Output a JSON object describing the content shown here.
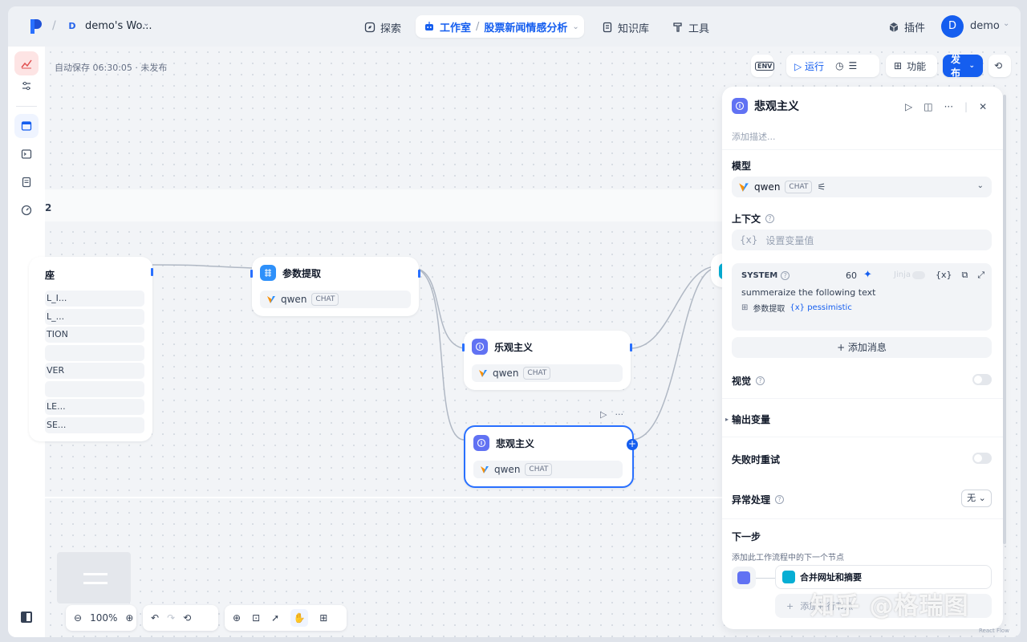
{
  "topbar": {
    "workspace_badge": "D",
    "workspace_name": "demo's Wo...",
    "nav": {
      "explore": "探索",
      "studio": "工作室",
      "app_name": "股票新闻情感分析",
      "knowledge": "知识库",
      "tools": "工具"
    },
    "plugins": "插件",
    "user_initial": "D",
    "user_name": "demo"
  },
  "canvas": {
    "autosave": "自动保存 06:30:05 · 未发布",
    "controls": {
      "env": "ENV",
      "run": "运行",
      "features": "功能",
      "publish": "发布"
    },
    "iteration_label_fragment": "2",
    "start_node": {
      "title_fragment": "座",
      "rows": [
        "L_I...",
        "L_...",
        "TION",
        "",
        "VER",
        "",
        "LE...",
        "SE..."
      ]
    },
    "nodes": {
      "param_extract": {
        "title": "参数提取",
        "model": "qwen",
        "tag": "CHAT"
      },
      "optimism": {
        "title": "乐观主义",
        "model": "qwen",
        "tag": "CHAT"
      },
      "pessimism": {
        "title": "悲观主义",
        "model": "qwen",
        "tag": "CHAT"
      }
    },
    "toolbar": {
      "zoom": "100%"
    }
  },
  "panel": {
    "title": "悲观主义",
    "description_placeholder": "添加描述...",
    "model_label": "模型",
    "model_name": "qwen",
    "model_tag": "CHAT",
    "context_label": "上下文",
    "context_var_icon": "{x}",
    "context_placeholder": "设置变量值",
    "system": {
      "label": "SYSTEM",
      "count": "60",
      "jinja": "Jinja",
      "var_icon": "{x}",
      "text": "summeraize the following text",
      "ref_node": "参数提取",
      "ref_var": "{x} pessimistic"
    },
    "add_message": "+ 添加消息",
    "vision_label": "视觉",
    "output_label": "输出变量",
    "retry_label": "失败时重试",
    "error_label": "异常处理",
    "error_value": "无",
    "next_label": "下一步",
    "next_desc": "添加此工作流程中的下一个节点",
    "next_node": "合并网址和摘要",
    "next_add": "添加并行节点"
  },
  "watermark": "知乎 @格瑞图",
  "footer": "React Flow",
  "colors": {
    "primary": "#155eef",
    "node_indigo": "#6172f3",
    "node_blue": "#2e90fa"
  }
}
